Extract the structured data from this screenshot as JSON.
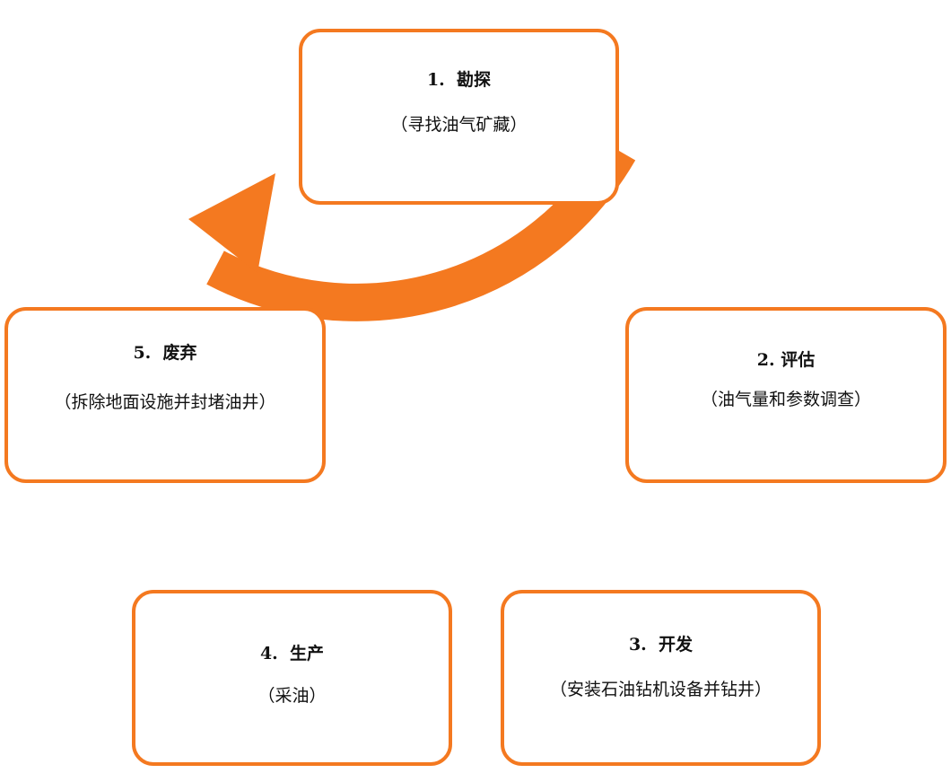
{
  "colors": {
    "accent": "#f47920",
    "text": "#111111",
    "box_fill": "#ffffff"
  },
  "stages": [
    {
      "title": "1.  勘探",
      "desc": "（寻找油气矿藏）"
    },
    {
      "title": "2. 评估",
      "desc": "（油气量和参数调查）"
    },
    {
      "title": "3.  开发",
      "desc": "（安装石油钻机设备并钻井）"
    },
    {
      "title": "4.  生产",
      "desc": "（采油）"
    },
    {
      "title": "5.  废弃",
      "desc": "（拆除地面设施并封堵油井）"
    }
  ]
}
